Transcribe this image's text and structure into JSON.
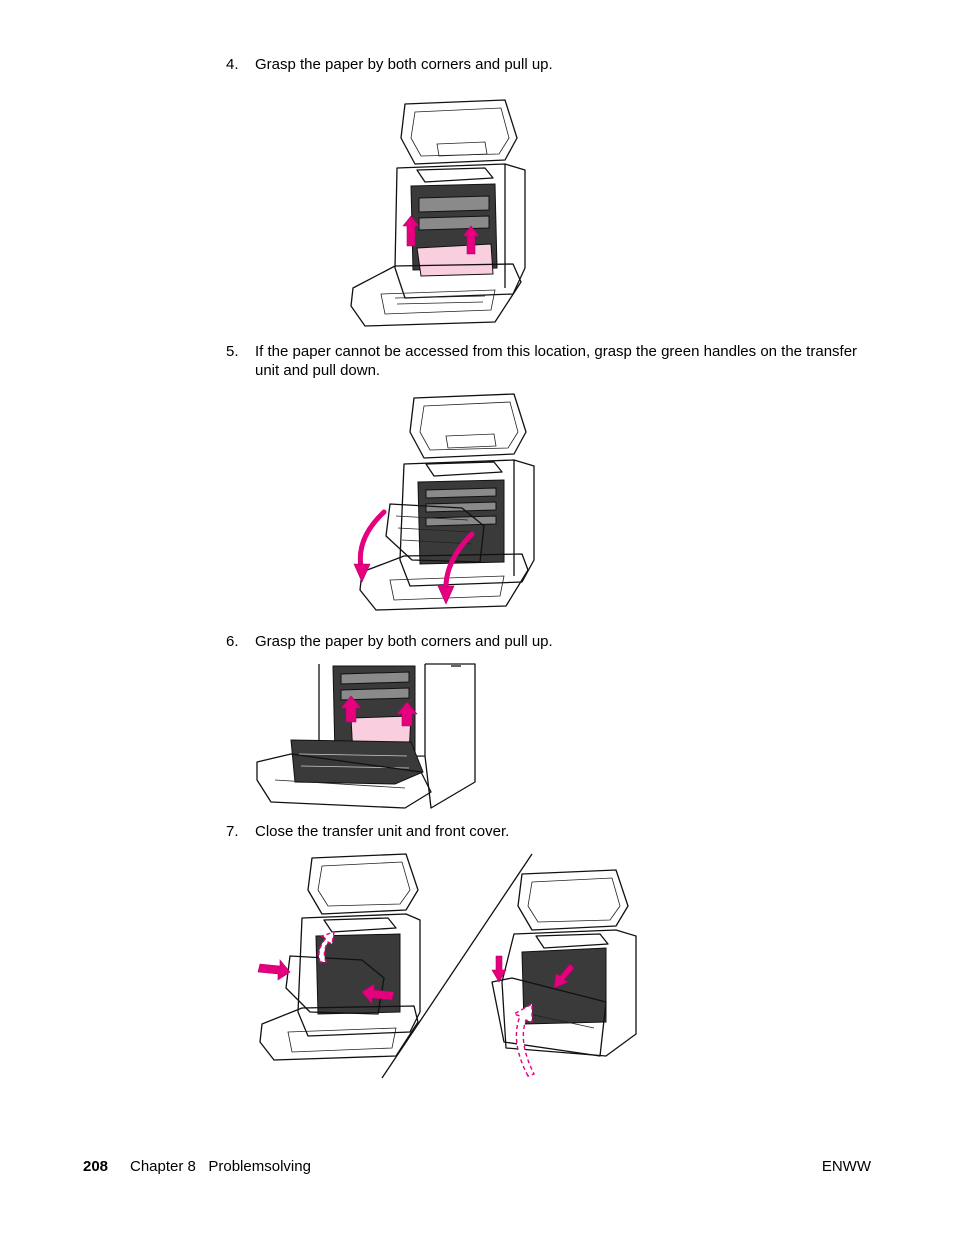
{
  "steps": [
    {
      "number": "4.",
      "text": "Grasp the paper by both corners and pull up."
    },
    {
      "number": "5.",
      "text": "If the paper cannot be accessed from this location, grasp the green handles on the transfer unit and pull down."
    },
    {
      "number": "6.",
      "text": "Grasp the paper by both corners and pull up."
    },
    {
      "number": "7.",
      "text": "Close the transfer unit and front cover."
    }
  ],
  "footer": {
    "page_number": "208",
    "chapter": "Chapter 8   Problemsolving",
    "right_label": "ENWW"
  },
  "colors": {
    "arrow_accent": "#e5007e",
    "paper": "#f9cfe0"
  }
}
